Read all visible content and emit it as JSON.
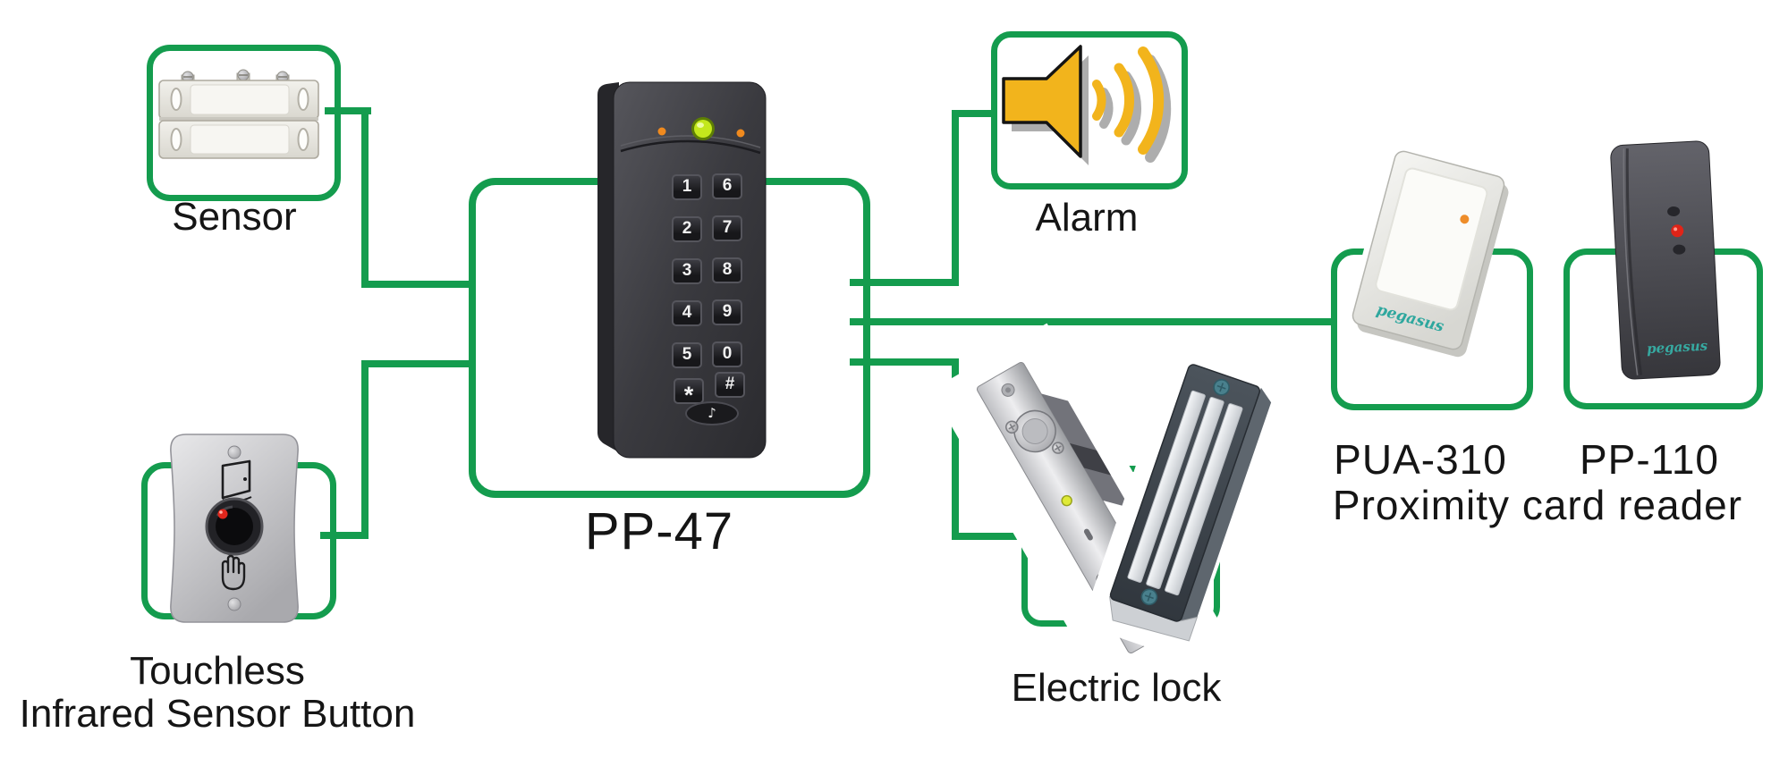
{
  "diagram_type": "access-control-system-wiring-diagram",
  "colors": {
    "connector_green": "#149c4e",
    "alarm_yellow": "#f2b41c",
    "shadow_gray": "#adadad",
    "brand_teal": "#2ea79e",
    "led_green": "#c3e81c",
    "led_red": "#e02418",
    "led_orange": "#f08a1e"
  },
  "nodes": {
    "sensor": {
      "label": "Sensor"
    },
    "touchless": {
      "label_line1": "Touchless",
      "label_line2": "Infrared Sensor Button"
    },
    "keypad": {
      "label": "PP-47",
      "keys": [
        "1",
        "6",
        "2",
        "7",
        "3",
        "8",
        "4",
        "9",
        "5",
        "0",
        "*",
        "#"
      ],
      "bell_glyph": "♪"
    },
    "alarm": {
      "label": "Alarm"
    },
    "electric_lock": {
      "label": "Electric lock"
    },
    "readers": {
      "model_left": "PUA-310",
      "model_right": "PP-110",
      "label": "Proximity card reader",
      "brand": "pegasus"
    }
  }
}
